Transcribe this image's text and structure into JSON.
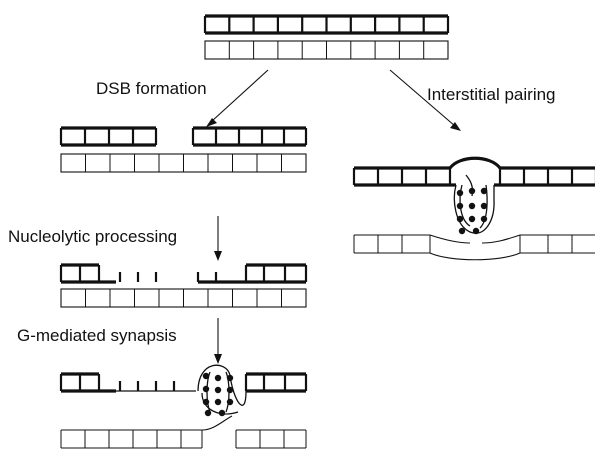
{
  "figure": {
    "steps": {
      "dsb_formation": "DSB formation",
      "interstitial_pairing": "Interstitial pairing",
      "nucleolytic_processing": "Nucleolytic processing",
      "g_mediated_synapsis": "G-mediated synapsis"
    },
    "colors": {
      "ink": "#111111",
      "background": "#ffffff"
    }
  }
}
